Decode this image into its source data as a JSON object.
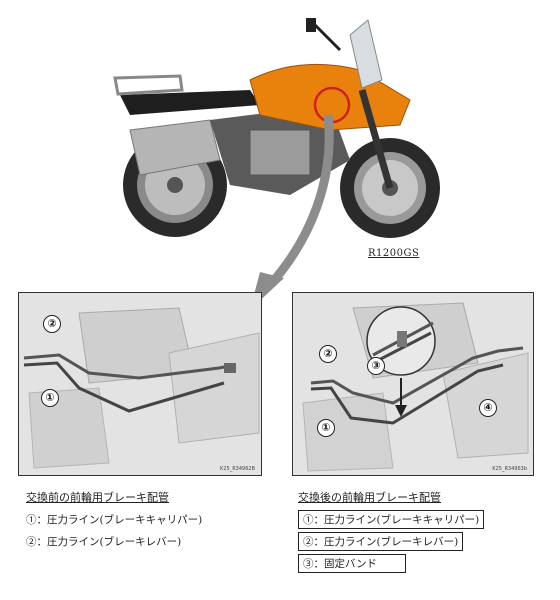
{
  "model_label": "R1200GS",
  "left_panel": {
    "code": "K25_R34962B",
    "callouts": [
      "②",
      "①"
    ],
    "title": "交換前の前輪用ブレーキ配管",
    "items": [
      "①：圧力ライン(ブレーキキャリパー)",
      "②：圧力ライン(ブレーキレバー)"
    ]
  },
  "right_panel": {
    "code": "K25_R34963b",
    "callouts": [
      "②",
      "③",
      "①",
      "④"
    ],
    "title": "交換後の前輪用ブレーキ配管",
    "items": [
      "①：圧力ライン(ブレーキキャリパー)",
      "②：圧力ライン(ブレーキレバー)",
      "③：固定バンド"
    ]
  },
  "colors": {
    "tank_orange": "#e8820c",
    "highlight_red": "#d0201a"
  }
}
